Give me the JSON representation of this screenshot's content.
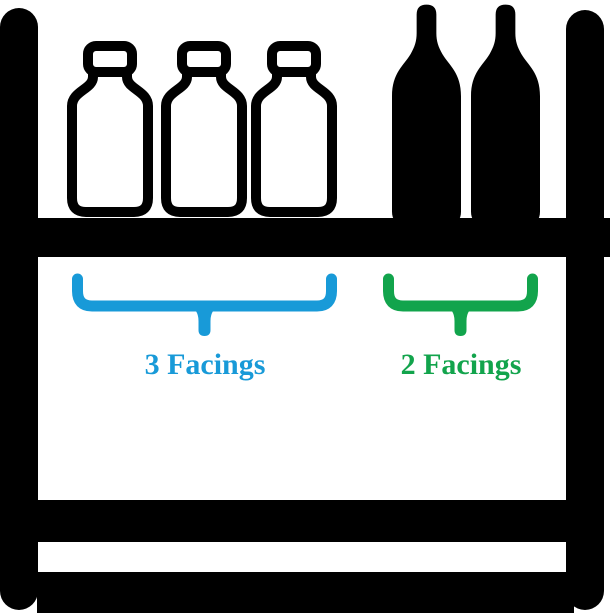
{
  "canvas": {
    "background_color": "#ffffff",
    "frame_color": "#000000"
  },
  "shelf": {
    "structure": [
      "left-post",
      "right-post",
      "top-board",
      "middle-board",
      "bottom-board"
    ],
    "groups": [
      {
        "id": "milk",
        "icon": "milk-bottle-icon",
        "bottle_style": "outline",
        "facings": 3,
        "label": "3 Facings",
        "brace_color": "#189ad8",
        "label_color": "#189ad8"
      },
      {
        "id": "wine",
        "icon": "wine-bottle-icon",
        "bottle_style": "silhouette",
        "facings": 2,
        "label": "2 Facings",
        "brace_color": "#12a44c",
        "label_color": "#12a44c"
      }
    ]
  }
}
